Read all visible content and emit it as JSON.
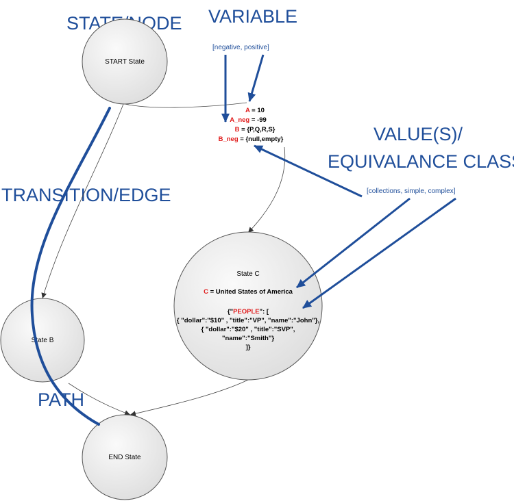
{
  "labels": {
    "state_node": "STATE/NODE",
    "variable": "VARIABLE",
    "variable_range": "[negative, positive]",
    "value_title_1": "VALUE(S)/",
    "value_title_2": "EQUIVALANCE CLASS",
    "value_range": "[collections,  simple, complex]",
    "transition_edge": "TRANSITION/EDGE",
    "path": "PATH"
  },
  "nodes": {
    "start": "START State",
    "state_b": "State B",
    "state_c": "State C",
    "end": "END State"
  },
  "variables": [
    {
      "name": "A",
      "rest": " = 10"
    },
    {
      "name": "A_neg",
      "rest": " = -99"
    },
    {
      "name": "B",
      "rest": " = {P,Q,R,S}"
    },
    {
      "name": "B_neg",
      "rest": " = {null,empty}"
    }
  ],
  "state_c_content": {
    "c_name": "C",
    "c_rest": " = United States of America",
    "json_open_pre": "{\"",
    "json_people": "PEOPLE",
    "json_open_post": "\": [",
    "line1": "{ \"dollar\":\"$10\" , \"title\":\"VP\", \"name\":\"John\"},",
    "line2": "{ \"dollar\":\"$20\" , \"title\":\"SVP\",",
    "line3": "\"name\":\"Smith\"}",
    "line4": "]}"
  },
  "colors": {
    "blue": "#1f4e9a",
    "red": "#e01b1b",
    "node_fill": "#ececec",
    "node_stroke": "#555555"
  }
}
